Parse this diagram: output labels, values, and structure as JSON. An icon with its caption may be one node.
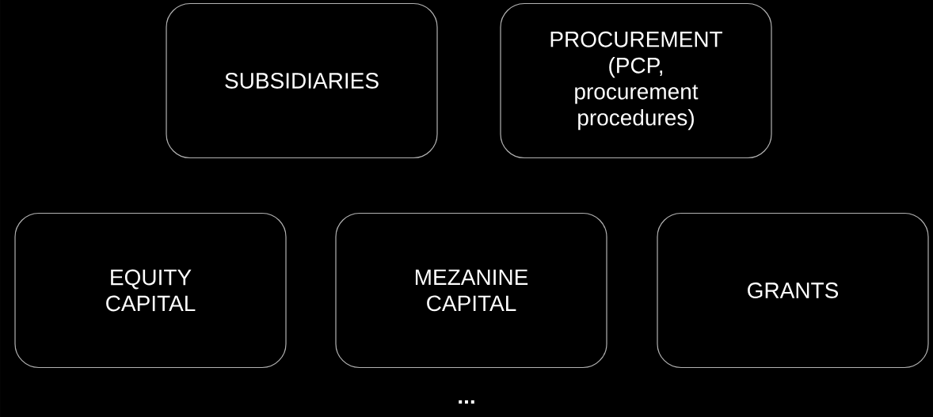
{
  "diagram": {
    "nodes": [
      {
        "text": [
          "SUBSIDIARIES"
        ]
      },
      {
        "text": [
          "PROCUREMENT (PCP, procurement procedures)"
        ]
      },
      {
        "text": [
          "EQUITY CAPITAL"
        ]
      },
      {
        "text": [
          "MEZANINE CAPITAL"
        ]
      },
      {
        "text": [
          "GRANTS"
        ]
      }
    ],
    "labels": [
      "..."
    ]
  }
}
